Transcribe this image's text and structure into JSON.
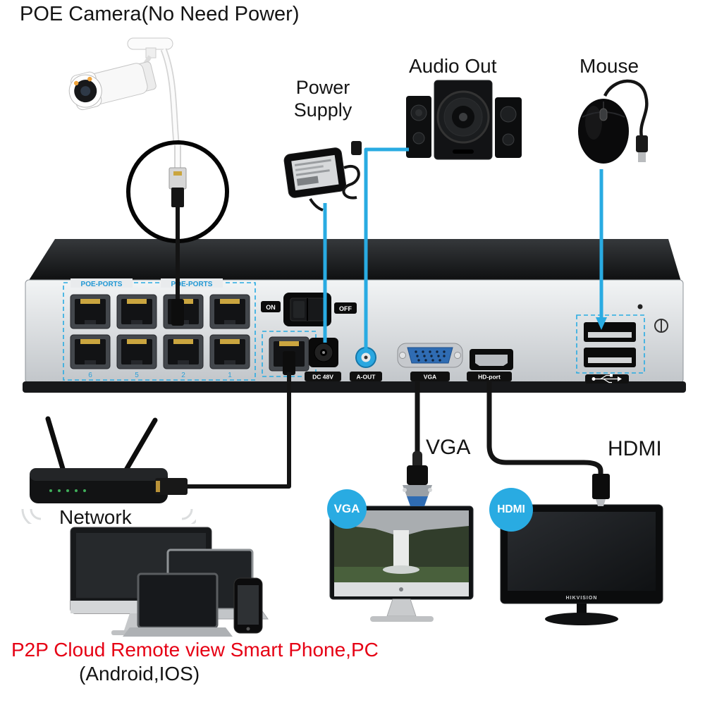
{
  "colors": {
    "accent_blue": "#29abe2",
    "label_red": "#e60014",
    "device_black": "#111111"
  },
  "icons": {
    "usb_symbol": "usb-trident-icon",
    "ground": "ground-screw-icon"
  },
  "title": {
    "prefix": "POE Camera(",
    "highlight": "No Need Power",
    "suffix": ")"
  },
  "labels": {
    "power_supply": "Power Supply",
    "audio_out": "Audio Out",
    "mouse": "Mouse",
    "network": "Network",
    "vga_cable": "VGA",
    "hdmi_cable": "HDMI"
  },
  "badges": {
    "vga": "VGA",
    "hdmi": "HDMI"
  },
  "nvr": {
    "poe_group_label_1": "POE-PORTS",
    "poe_group_label_2": "POE-PORTS",
    "switch": {
      "on": "ON",
      "off": "OFF"
    },
    "port_labels": {
      "dc": "DC 48V",
      "audio": "A-OUT",
      "vga": "VGA",
      "hdmi": "HD-port"
    },
    "port_numbers": [
      "6",
      "5",
      "2",
      "1"
    ]
  },
  "hdmi_monitor": {
    "brand": "HIKVISION"
  },
  "footer": {
    "line1": "P2P Cloud Remote view Smart Phone,PC",
    "line2": "(Android,IOS)"
  }
}
